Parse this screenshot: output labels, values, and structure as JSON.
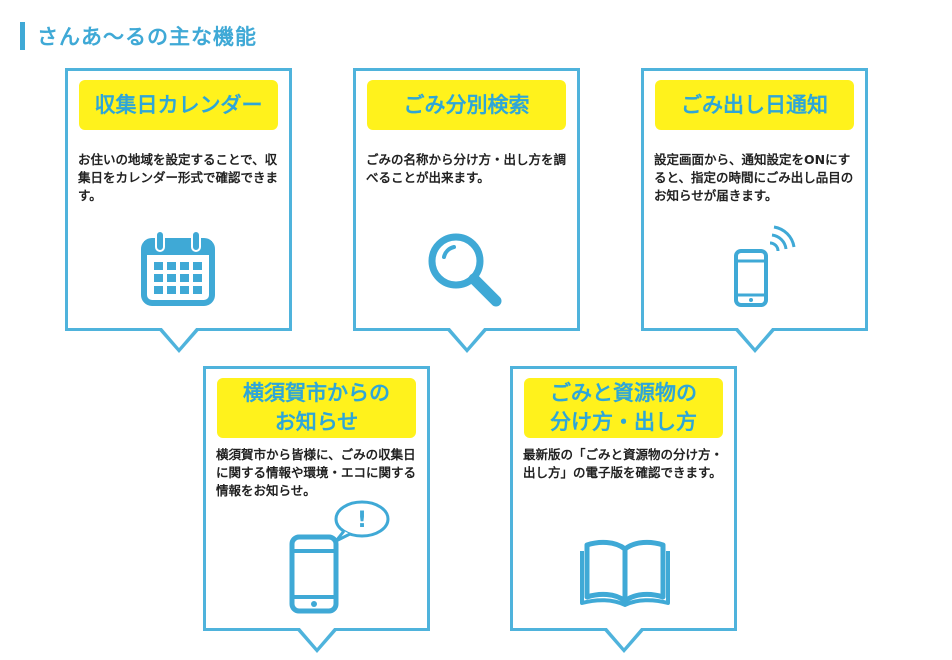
{
  "section": {
    "title": "さんあ〜るの主な機能"
  },
  "features": [
    {
      "label": "収集日カレンダー",
      "description": "お住いの地域を設定することで、収集日をカレンダー形式で確認できます。",
      "icon": "calendar-icon"
    },
    {
      "label": "ごみ分別検索",
      "description": "ごみの名称から分け方・出し方を調べることが出来ます。",
      "icon": "magnifier-icon"
    },
    {
      "label": "ごみ出し日通知",
      "description": "設定画面から、通知設定をONにすると、指定の時間にごみ出し品目のお知らせが届きます。",
      "icon": "smartphone-notification-icon"
    },
    {
      "label": "横須賀市からの\nお知らせ",
      "description": "横須賀市から皆様に、ごみの収集日に関する情報や環境・エコに関する情報をお知らせ。",
      "icon": "smartphone-alert-icon",
      "badge_text": "!"
    },
    {
      "label": "ごみと資源物の\n分け方・出し方",
      "description": "最新版の「ごみと資源物の分け方・出し方」の電子版を確認できます。",
      "icon": "open-book-icon"
    }
  ],
  "colors": {
    "accent": "#3fa9d6",
    "border": "#4fb3dc",
    "label_bg": "#fff21c"
  }
}
